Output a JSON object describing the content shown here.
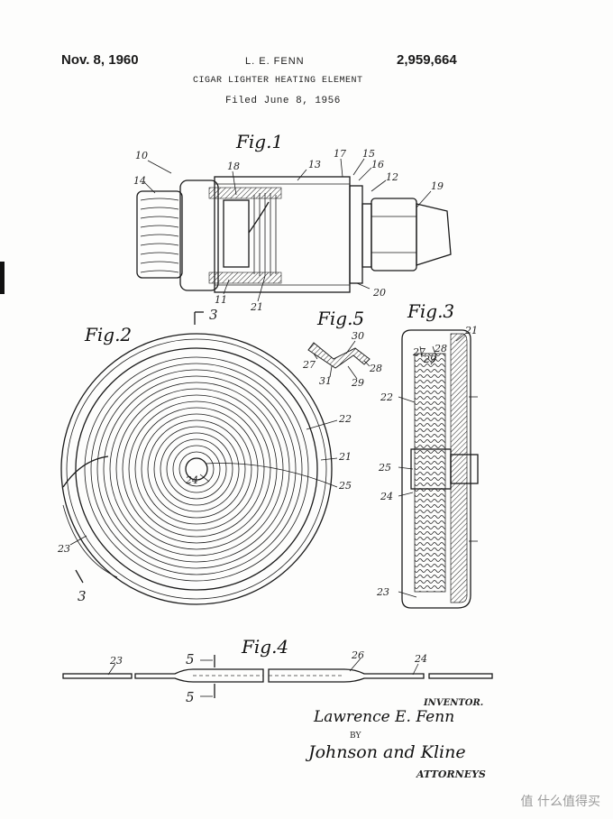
{
  "header": {
    "date": "Nov. 8, 1960",
    "inventor_name": "L. E. FENN",
    "patent_number": "2,959,664",
    "title": "CIGAR LIGHTER HEATING ELEMENT",
    "filed": "Filed June 8, 1956"
  },
  "figures": {
    "fig1": "Fig.1",
    "fig2": "Fig.2",
    "fig3": "Fig.3",
    "fig4": "Fig.4",
    "fig5": "Fig.5"
  },
  "labels": {
    "fig1": [
      "10",
      "14",
      "18",
      "13",
      "17",
      "15",
      "16",
      "12",
      "19",
      "11",
      "21",
      "20"
    ],
    "fig2": [
      "3",
      "22",
      "21",
      "24",
      "25",
      "23",
      "3"
    ],
    "fig3": [
      "21",
      "28",
      "27",
      "29",
      "22",
      "25",
      "24",
      "23"
    ],
    "fig4": [
      "23",
      "5",
      "26",
      "24",
      "5"
    ],
    "fig5": [
      "30",
      "27",
      "28",
      "31",
      "29"
    ]
  },
  "signature": {
    "inventor_heading": "INVENTOR.",
    "inventor_signature": "Lawrence E. Fenn",
    "by": "BY",
    "attorneys_signature": "Johnson and Kline",
    "attorneys_heading": "ATTORNEYS"
  },
  "watermark": "值 什么值得买"
}
